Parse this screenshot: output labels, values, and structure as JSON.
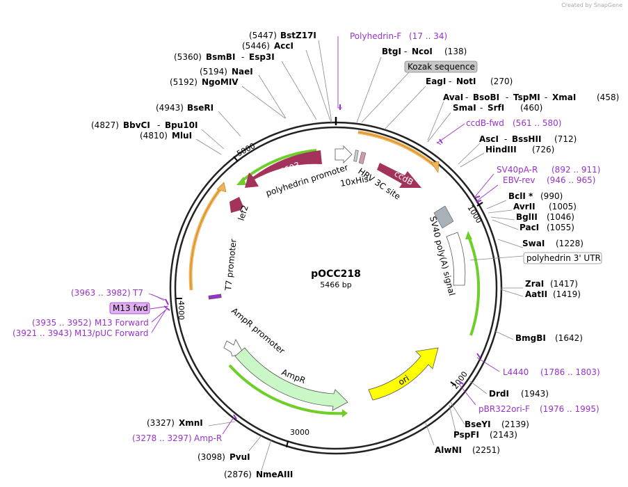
{
  "watermark": "Created by SnapGene",
  "plasmid": {
    "name": "pOCC218",
    "size": "5466 bp"
  },
  "ticks": [
    "1000",
    "2000",
    "3000",
    "4000",
    "5000"
  ],
  "features": {
    "orf603": "ORF603",
    "polh_promoter": "polyhedrin promoter",
    "his": "10xHis",
    "hrv": "HRV 3C site",
    "ccdb": "ccdB",
    "lef2": "lef2",
    "sv40": "SV40 poly(A) signal",
    "t7prom": "T7 promoter",
    "ampr_prom": "AmpR promoter",
    "ampr": "AmpR",
    "ori": "ori"
  },
  "colors": {
    "orf": "#a3335b",
    "ampr": "#c9f7c6",
    "ori": "#ffff00",
    "orange": "#f0b35a",
    "green": "#6fcf2a",
    "primer": "#9932cc",
    "grey": "#a8b0b8"
  },
  "labels": {
    "bstz17i": {
      "pre": "(5447)",
      "name": "BstZ17I"
    },
    "acci": {
      "pre": "(5446)",
      "name": "AccI"
    },
    "bsmbi": {
      "pre": "(5360)",
      "name": "BsmBI",
      "name2": "Esp3I"
    },
    "naei": {
      "pre": "(5194)",
      "name": "NaeI"
    },
    "ngomiv": {
      "pre": "(5192)",
      "name": "NgoMIV"
    },
    "bseri": {
      "pre": "(4943)",
      "name": "BseRI"
    },
    "bbvci": {
      "pre": "(4827)",
      "name": "BbvCI",
      "name2": "Bpu10I"
    },
    "mlui": {
      "pre": "(4810)",
      "name": "MluI"
    },
    "polhf": {
      "name": "Polyhedrin-F",
      "range": "(17 .. 34)"
    },
    "btgi": {
      "name": "BtgI",
      "name2": "NcoI",
      "post": "(138)"
    },
    "kozak": "Kozak sequence",
    "eagi": {
      "name": "EagI",
      "name2": "NotI",
      "post": "(270)"
    },
    "avai": {
      "names": [
        "AvaI",
        "BsoBI",
        "TspMI",
        "XmaI"
      ],
      "post": "(458)"
    },
    "smai": {
      "name": "SmaI",
      "name2": "SrfI",
      "post": "(460)"
    },
    "ccdbfwd": {
      "name": "ccdB-fwd",
      "range": "(561 .. 580)"
    },
    "asci": {
      "name": "AscI",
      "name2": "BssHII",
      "post": "(712)"
    },
    "hindiii": {
      "name": "HindIII",
      "post": "(726)"
    },
    "sv40par": {
      "name": "SV40pA-R",
      "range": "(892 .. 911)"
    },
    "ebvrev": {
      "name": "EBV-rev",
      "range": "(946 .. 965)"
    },
    "bcli": {
      "name": "BclI *",
      "post": "(990)"
    },
    "avrii": {
      "name": "AvrII",
      "post": "(1005)"
    },
    "bglii": {
      "name": "BglII",
      "post": "(1046)"
    },
    "paci": {
      "name": "PacI",
      "post": "(1055)"
    },
    "swai": {
      "name": "SwaI",
      "post": "(1228)"
    },
    "polh3utr": "polyhedrin 3' UTR",
    "zrai": {
      "name": "ZraI",
      "post": "(1417)"
    },
    "aatii": {
      "name": "AatII",
      "post": "(1419)"
    },
    "bmgbi": {
      "name": "BmgBI",
      "post": "(1642)"
    },
    "l4440": {
      "name": "L4440",
      "range": "(1786 .. 1803)"
    },
    "drdi": {
      "name": "DrdI",
      "post": "(1943)"
    },
    "pbr322": {
      "name": "pBR322ori-F",
      "range": "(1976 .. 1995)"
    },
    "bseyi": {
      "name": "BseYI",
      "post": "(2139)"
    },
    "pspfi": {
      "name": "PspFI",
      "post": "(2143)"
    },
    "alwni": {
      "name": "AlwNI",
      "post": "(2251)"
    },
    "xmni": {
      "pre": "(3327)",
      "name": "XmnI"
    },
    "ampr_r": {
      "range": "(3278 .. 3297)",
      "name": "Amp-R"
    },
    "pvui": {
      "pre": "(3098)",
      "name": "PvuI"
    },
    "nmeaiii": {
      "pre": "(2876)",
      "name": "NmeAIII"
    },
    "t7": {
      "range": "(3963 .. 3982)",
      "name": "T7"
    },
    "m13fwd": "M13 fwd",
    "m13forward": {
      "range": "(3935 .. 3952)",
      "name": "M13 Forward"
    },
    "m13puc": {
      "range": "(3921 .. 3943)",
      "name": "M13/pUC Forward"
    }
  }
}
